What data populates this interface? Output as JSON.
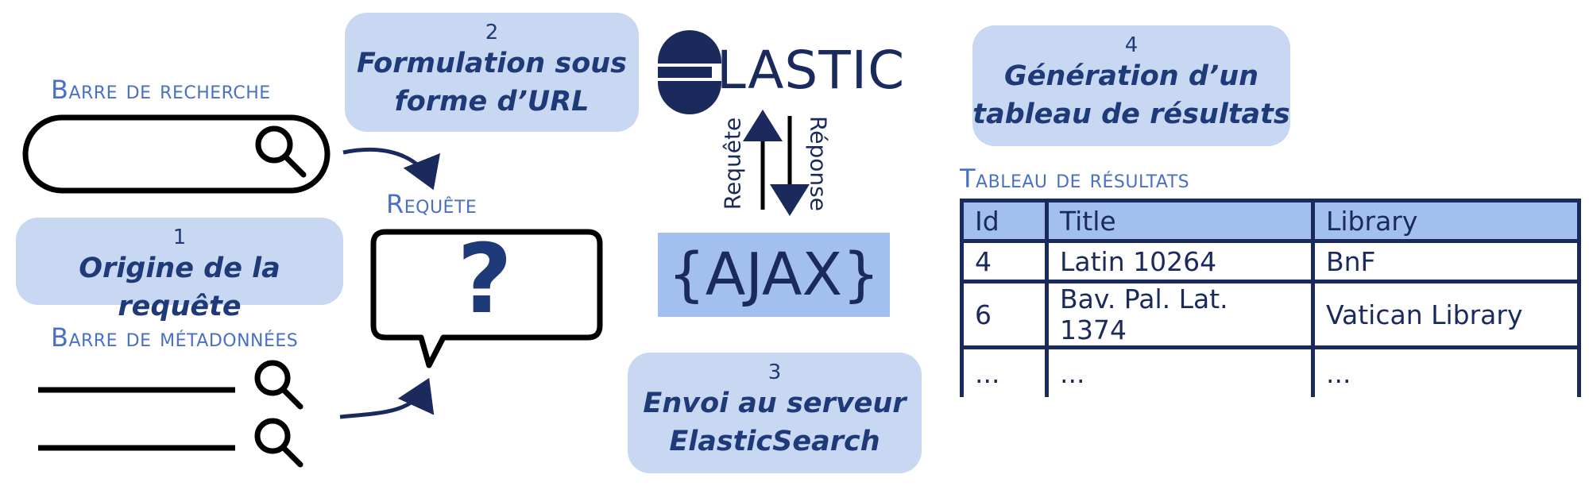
{
  "steps": [
    {
      "number": "1",
      "text": "Origine de la requête"
    },
    {
      "number": "2",
      "text_line1": "Formulation sous",
      "text_line2": "forme d’URL"
    },
    {
      "number": "3",
      "text_line1": "Envoi au serveur",
      "text_line2": "ElasticSearch"
    },
    {
      "number": "4",
      "text_line1": "Génération d’un",
      "text_line2": "tableau de résultats"
    }
  ],
  "labels": {
    "search_bar": "Barre de recherche",
    "metadata_bar": "Barre de métadonnées",
    "query": "Requête",
    "results_table": "Tableau de résultats",
    "query_mark": "?"
  },
  "elastic": {
    "logo_text": "LASTIC",
    "request": "Requête",
    "response": "Réponse"
  },
  "ajax": {
    "text": "{AJAX}"
  },
  "table": {
    "headers": [
      "Id",
      "Title",
      "Library"
    ],
    "rows": [
      [
        "4",
        "Latin 10264",
        "BnF"
      ],
      [
        "6",
        "Bav. Pal. Lat. 1374",
        "Vatican Library"
      ],
      [
        "...",
        "...",
        "..."
      ]
    ]
  },
  "icons": [
    "search-icon",
    "arrow-icon",
    "elastic-logo-icon",
    "speech-bubble-icon"
  ],
  "colors": {
    "dark_blue": "#1b2a5c",
    "mid_blue": "#4a70c4",
    "bubble_fill": "#c9d8f2",
    "table_header": "#a3bff0"
  }
}
